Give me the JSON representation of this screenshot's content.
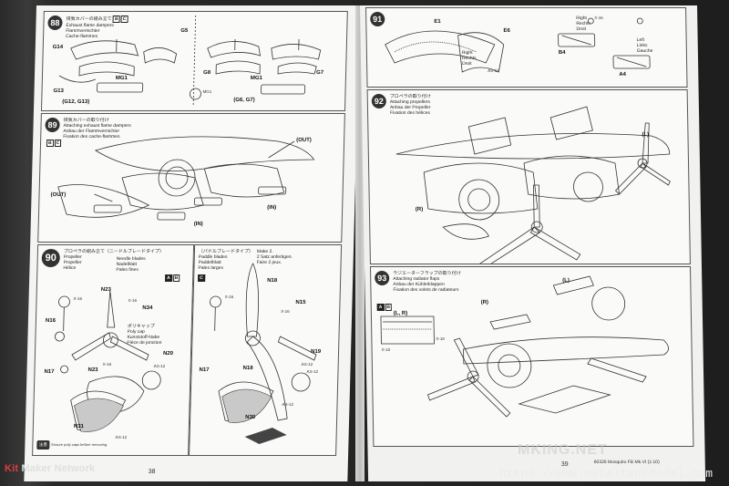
{
  "left_page": {
    "page_number": "38",
    "step88": {
      "number": "88",
      "title_ja": "排気カバーの組み立て",
      "title_en": "Exhaust flame dampers",
      "title_de": "Flammvernichter",
      "title_fr": "Cache-flammes",
      "variants": [
        "B",
        "C"
      ],
      "parts": [
        "G14",
        "G5",
        "MG1",
        "G13",
        "(G12, G13)",
        "G8",
        "G7",
        "MG1",
        "(G6, G7)"
      ],
      "mg1_label": "MG1"
    },
    "step89": {
      "number": "89",
      "title_ja": "排気カバーの取り付け",
      "title_en": "Attaching exhaust flame dampers",
      "title_de": "Anbau der Flammvernichter",
      "title_fr": "Fixation des cache-flammes",
      "variants": [
        "B",
        "C"
      ],
      "labels": [
        "(OUT)",
        "(IN)",
        "(OUT)",
        "(IN)"
      ]
    },
    "step90_a": {
      "number": "90",
      "title_ja": "プロペラの組み立て（ニードルブレードタイプ）",
      "title_en": "Propeller",
      "title_de": "Propeller",
      "title_fr": "Hélice",
      "sub_en": "Needle blades",
      "sub_de": "Nadelblatt",
      "sub_fr": "Pales fines",
      "variants": [
        "A",
        "B"
      ],
      "parts": [
        "N23",
        "N16",
        "N34",
        "N20",
        "N17",
        "N23",
        "N31"
      ],
      "spinner_note": "ポリキャップ",
      "poly_cap_en": "Poly cap",
      "poly_cap_de": "Kunststoff-Nabe",
      "poly_cap_fr": "Pièce de jonction",
      "codes": [
        "X-16",
        "X-16",
        "AS-12",
        "X-16",
        "AS-12"
      ]
    },
    "step90_b": {
      "title_ja": "（パドルブレードタイプ）",
      "title_en": "Paddle blades",
      "title_de": "Paddelblatt",
      "title_fr": "Pales larges",
      "make2_en": "Make 2.",
      "make2_de": "2 Satz anfertigen.",
      "make2_fr": "Faire 2 jeux.",
      "variants": [
        "C"
      ],
      "parts": [
        "N18",
        "N15",
        "N17",
        "N18",
        "N19",
        "N30",
        "AS-12"
      ],
      "codes": [
        "X-16",
        "X-16",
        "AS-12",
        "AS-12"
      ]
    },
    "caution_label": "注意",
    "caution_text": "Ensure poly caps before removing."
  },
  "right_page": {
    "page_number": "39",
    "footer_code": "60326 Mosquito FB Mk.VI (1:10)",
    "step91": {
      "number": "91",
      "parts": [
        "E1",
        "E6",
        "B4",
        "A4",
        "AS-12"
      ],
      "title_en": "Right",
      "title_de": "Rechts",
      "title_fr": "Droit",
      "left_en": "Left",
      "left_de": "Links",
      "left_fr": "Gauche",
      "codes": [
        "X-16"
      ]
    },
    "step92": {
      "number": "92",
      "title_ja": "プロペラの取り付け",
      "title_en": "Attaching propellers",
      "title_de": "Anbau der Propeller",
      "title_fr": "Fixation des hélices",
      "labels": [
        "(L)",
        "(R)"
      ]
    },
    "step93": {
      "number": "93",
      "title_ja": "ラジエーターフラップの取り付け",
      "title_en": "Attaching radiator flaps",
      "title_de": "Anbau der Kühlerklappen",
      "title_fr": "Fixation des volets de radiateurs",
      "variants": [
        "A",
        "B"
      ],
      "labels": [
        "(L)",
        "(R)",
        "(L, R)",
        "X-18",
        "X-18"
      ]
    }
  },
  "watermarks": {
    "kitmaker_kit": "Kit",
    "kitmaker_rest": " Maker Network",
    "mk": "MKING.NET",
    "url": "https://www.metaltankmodel.com"
  },
  "colors": {
    "paper": "#f4f4f2",
    "line": "#333333",
    "background": "#1c1c1e",
    "kitmaker_red": "#e23c3c"
  }
}
